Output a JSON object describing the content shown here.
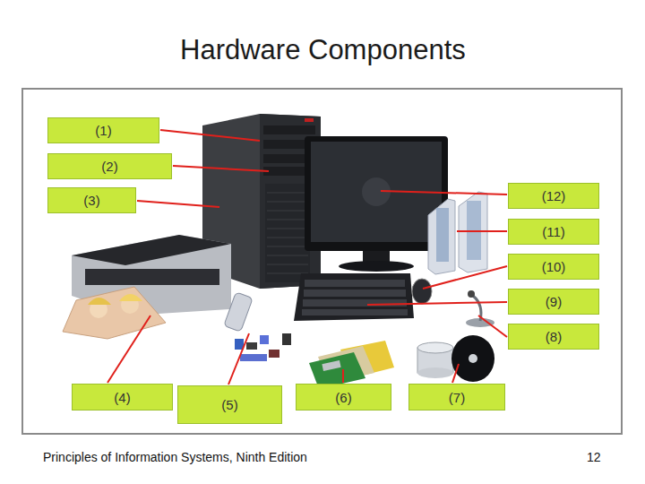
{
  "diagram": {
    "title": "Hardware Components",
    "nodes": [
      {
        "text": [
          "(1)"
        ]
      },
      {
        "text": [
          "(2)"
        ]
      },
      {
        "text": [
          "(3)"
        ]
      },
      {
        "text": [
          "(4)"
        ]
      },
      {
        "text": [
          "(5)"
        ]
      },
      {
        "text": [
          "(6)"
        ]
      },
      {
        "text": [
          "(7)"
        ]
      },
      {
        "text": [
          "(8)"
        ]
      },
      {
        "text": [
          "(9)"
        ]
      },
      {
        "text": [
          "(10)"
        ]
      },
      {
        "text": [
          "(11)"
        ]
      },
      {
        "text": [
          "(12)"
        ]
      }
    ],
    "edges": [],
    "labels": [
      "Principles of Information Systems, Ninth Edition",
      "12"
    ]
  }
}
